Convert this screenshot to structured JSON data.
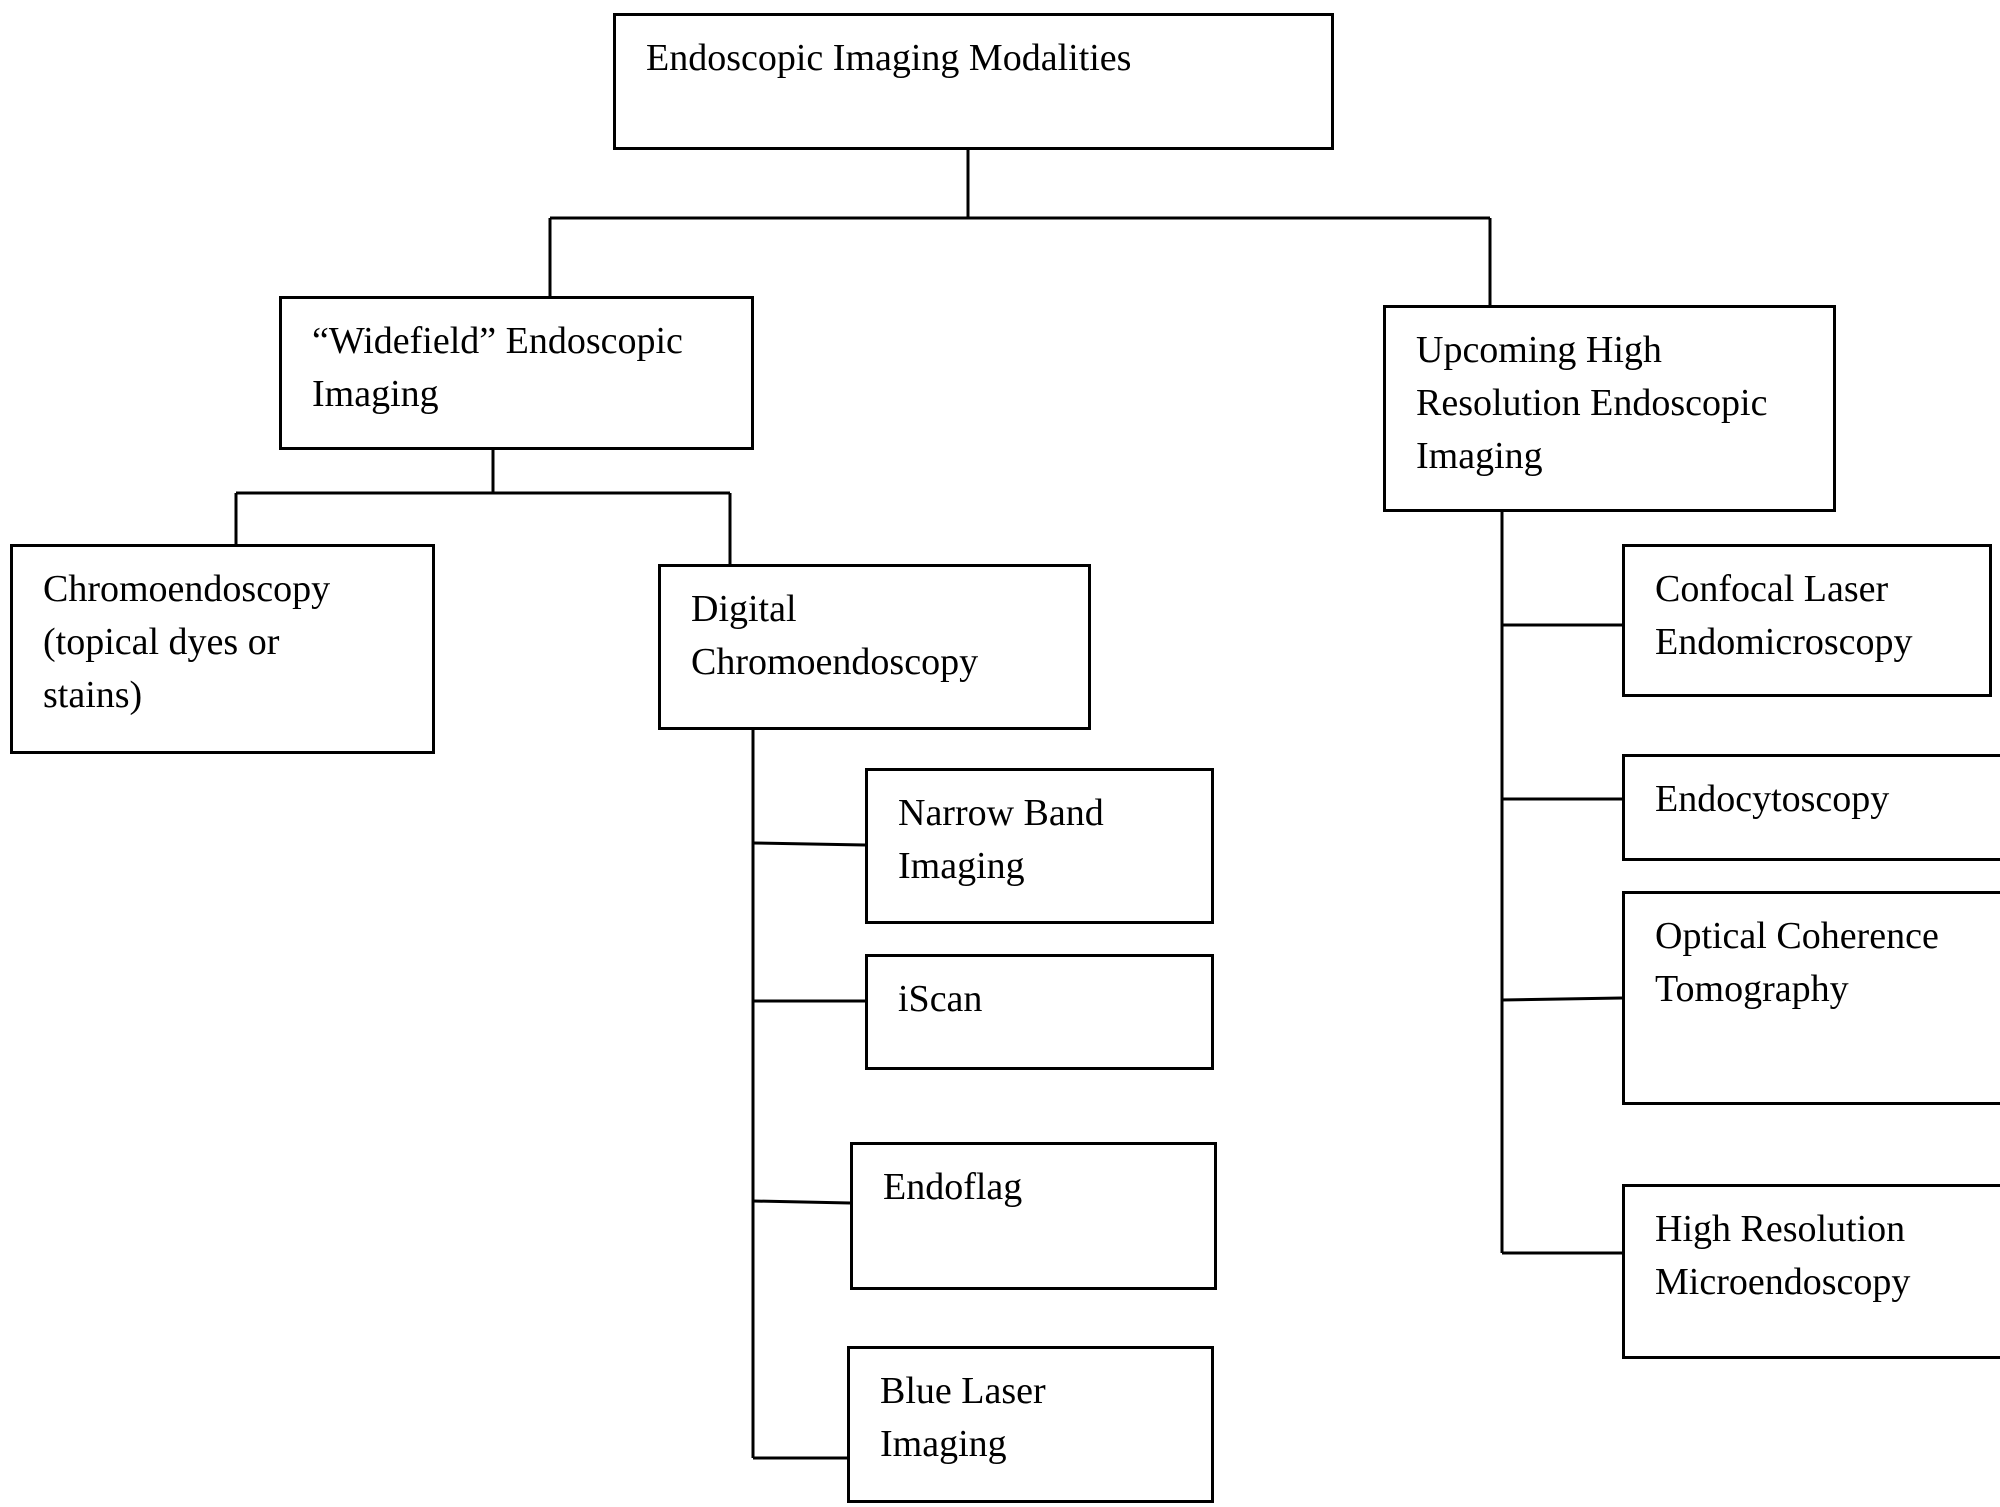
{
  "nodes": {
    "root": "Endoscopic Imaging Modalities",
    "widefield": "“Widefield” Endoscopic\nImaging",
    "upcoming": "Upcoming High\nResolution Endoscopic\nImaging",
    "chromo": "Chromoendoscopy\n(topical dyes or\nstains)",
    "digital": "Digital\nChromoendoscopy",
    "nbi": "Narrow Band\nImaging",
    "iscan": "iScan",
    "endoflag": "Endoflag",
    "bli": "Blue Laser\nImaging",
    "cle": "Confocal Laser\nEndomicroscopy",
    "endocyto": "Endocytoscopy",
    "oct": "Optical Coherence\nTomography",
    "hrme": "High Resolution\nMicroendoscopy"
  },
  "colors": {
    "line": "#000000",
    "box_fill": "#ffffff",
    "text": "#000000"
  }
}
